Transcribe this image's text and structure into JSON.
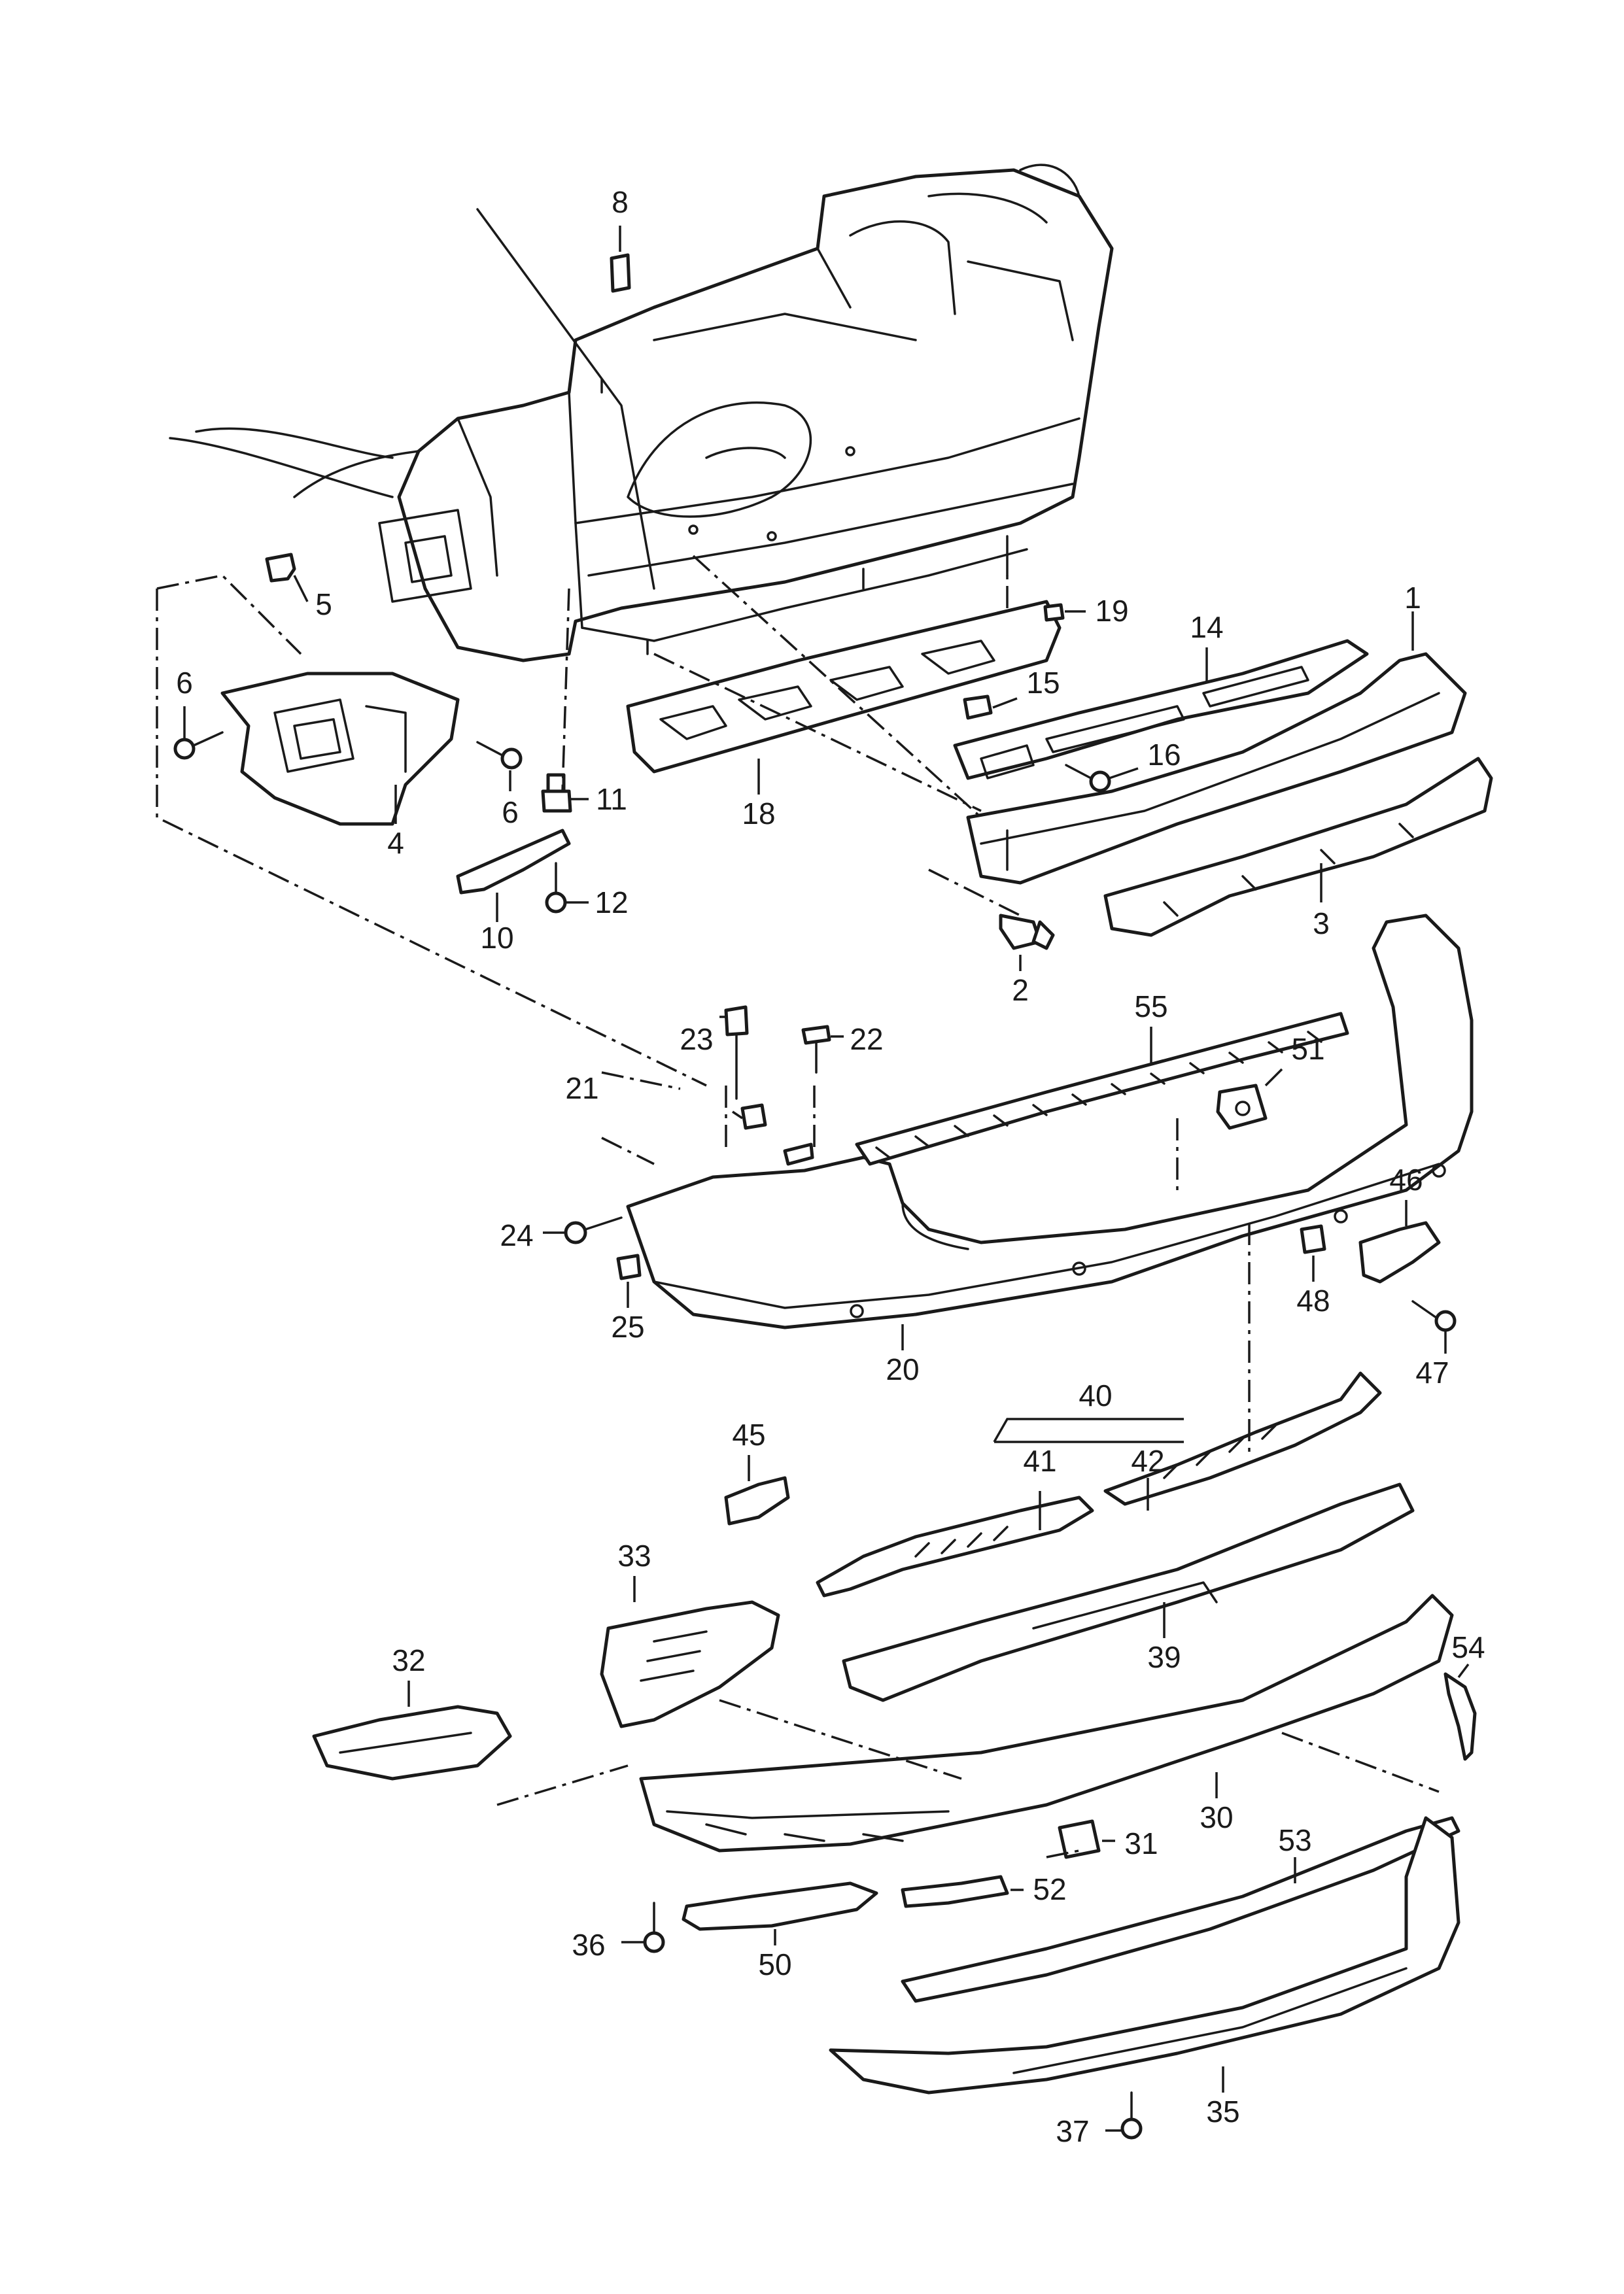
{
  "diagram": {
    "line_color": "#1a1a1a",
    "background": "#ffffff",
    "callouts": [
      {
        "id": "c1",
        "text": "1"
      },
      {
        "id": "c2",
        "text": "2"
      },
      {
        "id": "c3",
        "text": "3"
      },
      {
        "id": "c4",
        "text": "4"
      },
      {
        "id": "c5",
        "text": "5"
      },
      {
        "id": "c6a",
        "text": "6"
      },
      {
        "id": "c6b",
        "text": "6"
      },
      {
        "id": "c8",
        "text": "8"
      },
      {
        "id": "c10",
        "text": "10"
      },
      {
        "id": "c11",
        "text": "11"
      },
      {
        "id": "c12",
        "text": "12"
      },
      {
        "id": "c14",
        "text": "14"
      },
      {
        "id": "c15",
        "text": "15"
      },
      {
        "id": "c16",
        "text": "16"
      },
      {
        "id": "c18",
        "text": "18"
      },
      {
        "id": "c19",
        "text": "19"
      },
      {
        "id": "c20",
        "text": "20"
      },
      {
        "id": "c21",
        "text": "21"
      },
      {
        "id": "c22",
        "text": "22"
      },
      {
        "id": "c23",
        "text": "23"
      },
      {
        "id": "c24",
        "text": "24"
      },
      {
        "id": "c25",
        "text": "25"
      },
      {
        "id": "c30",
        "text": "30"
      },
      {
        "id": "c31",
        "text": "31"
      },
      {
        "id": "c32",
        "text": "32"
      },
      {
        "id": "c33",
        "text": "33"
      },
      {
        "id": "c35",
        "text": "35"
      },
      {
        "id": "c36",
        "text": "36"
      },
      {
        "id": "c37",
        "text": "37"
      },
      {
        "id": "c39",
        "text": "39"
      },
      {
        "id": "c40",
        "text": "40"
      },
      {
        "id": "c41",
        "text": "41"
      },
      {
        "id": "c42",
        "text": "42"
      },
      {
        "id": "c45",
        "text": "45"
      },
      {
        "id": "c46",
        "text": "46"
      },
      {
        "id": "c47",
        "text": "47"
      },
      {
        "id": "c48",
        "text": "48"
      },
      {
        "id": "c50",
        "text": "50"
      },
      {
        "id": "c51",
        "text": "51"
      },
      {
        "id": "c52",
        "text": "52"
      },
      {
        "id": "c53",
        "text": "53"
      },
      {
        "id": "c54",
        "text": "54"
      },
      {
        "id": "c55",
        "text": "55"
      }
    ]
  }
}
